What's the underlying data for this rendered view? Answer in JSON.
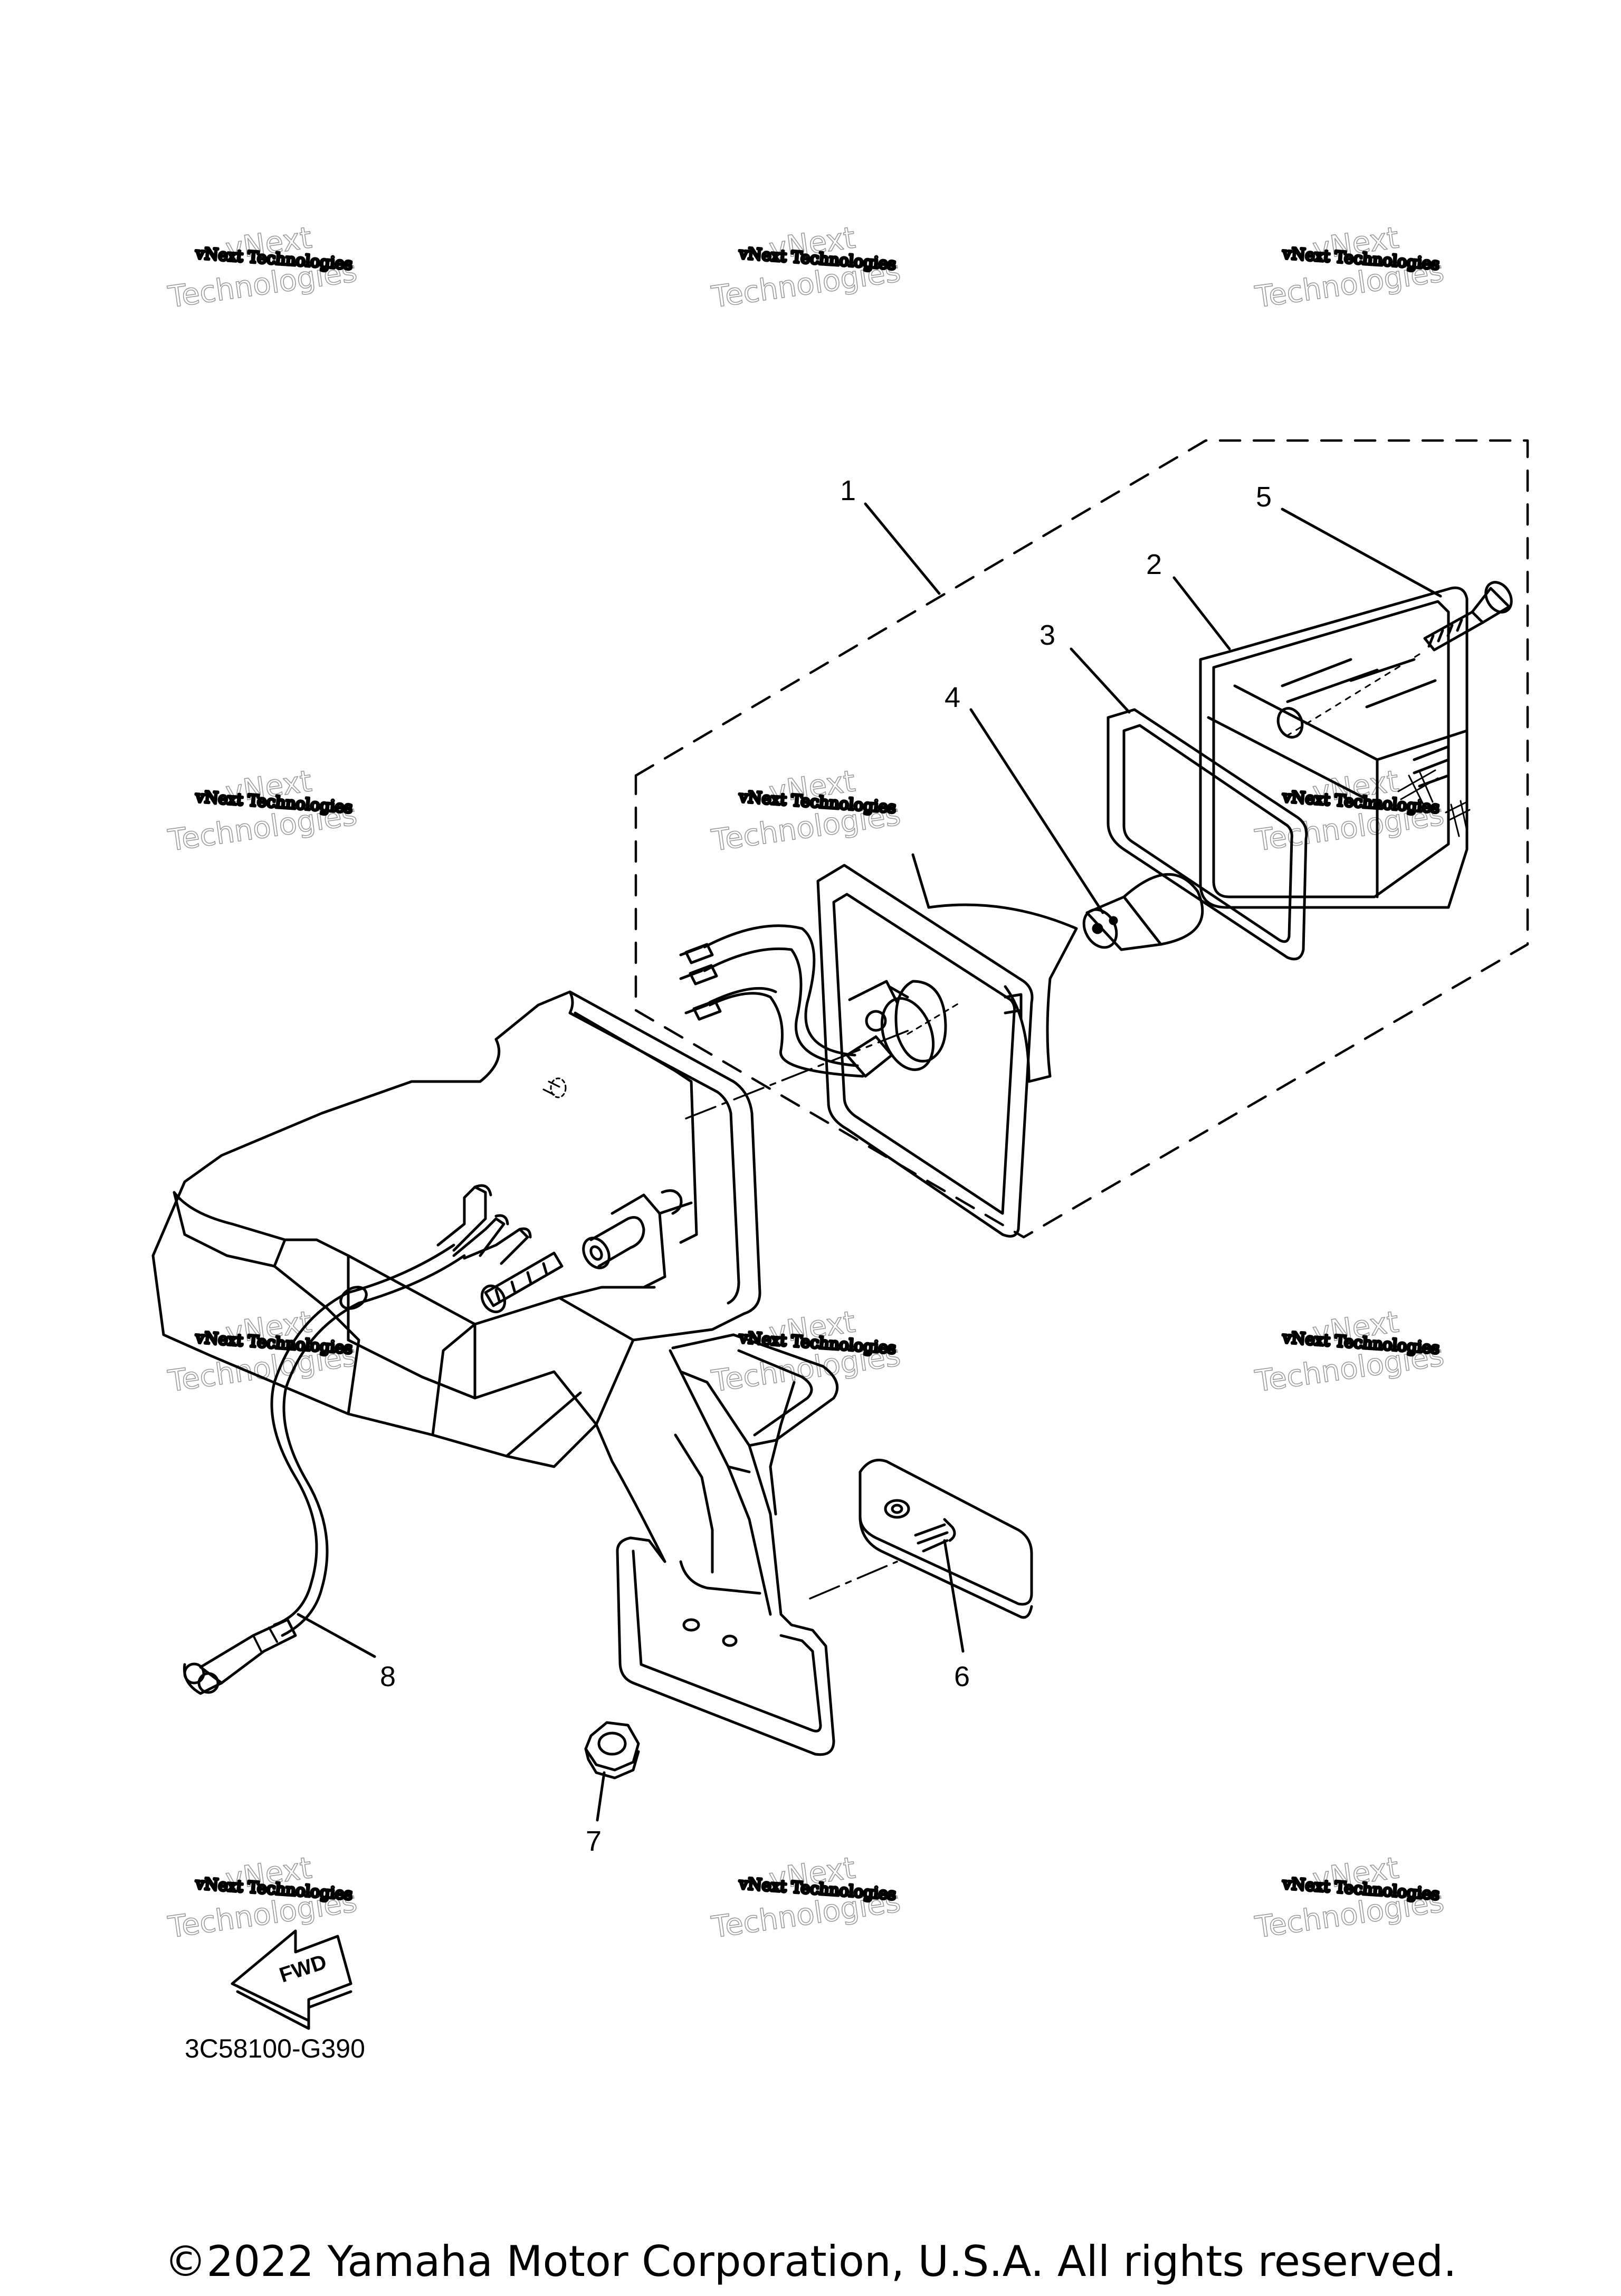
{
  "callouts": [
    "1",
    "2",
    "3",
    "4",
    "5",
    "6",
    "7",
    "8"
  ],
  "diagram_code": "3C58100-G390",
  "fwd_label": "FWD",
  "watermark": {
    "line1": "vNext Technologies",
    "line2": "vNext",
    "line3": "Technologies"
  },
  "copyright": "©2022 Yamaha Motor Corporation, U.S.A. All rights reserved."
}
